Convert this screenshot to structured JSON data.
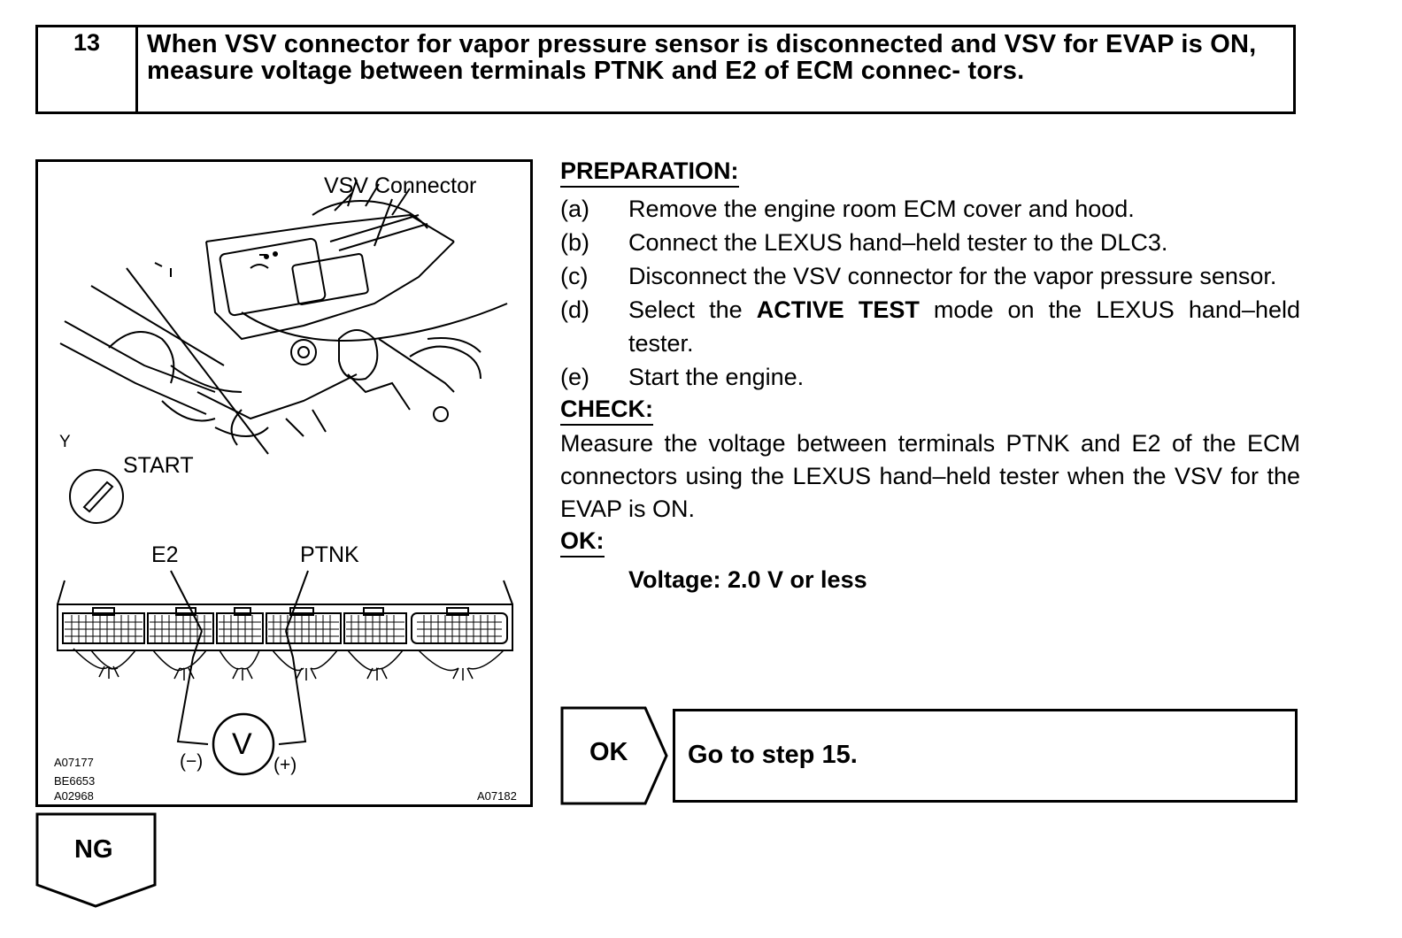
{
  "step": {
    "number": "13",
    "title": "When VSV connector for vapor pressure sensor is disconnected and VSV for EVAP is ON, measure voltage between terminals PTNK and E2 of ECM connec- tors."
  },
  "figure": {
    "vsv_connector_label": "VSV Connector",
    "y_label": "Y",
    "start_label": "START",
    "e2_label": "E2",
    "ptnk_label": "PTNK",
    "voltmeter_symbol": "V",
    "minus_label": "(−)",
    "plus_label": "(+)",
    "codes": [
      "A07177",
      "BE6653",
      "A02968"
    ],
    "code_right": "A07182"
  },
  "preparation": {
    "heading": "PREPARATION:",
    "items": [
      {
        "letter": "(a)",
        "text": "Remove the engine room ECM cover and hood."
      },
      {
        "letter": "(b)",
        "text": "Connect the LEXUS hand–held tester to the DLC3."
      },
      {
        "letter": "(c)",
        "text": "Disconnect the VSV connector for the vapor pressure sensor."
      },
      {
        "letter": "(d)",
        "text_before": "Select the ",
        "text_bold": "ACTIVE TEST",
        "text_after": " mode on the LEXUS hand–held tester."
      },
      {
        "letter": "(e)",
        "text": "Start the engine."
      }
    ]
  },
  "check": {
    "heading": "CHECK:",
    "text": "Measure the voltage between terminals PTNK and E2 of the ECM connectors using the LEXUS hand–held tester when the VSV for the EVAP is ON."
  },
  "ok_section": {
    "heading": "OK:",
    "value": "Voltage: 2.0 V or less"
  },
  "result_ok": {
    "label": "OK",
    "action": "Go to step 15."
  },
  "result_ng": {
    "label": "NG"
  }
}
